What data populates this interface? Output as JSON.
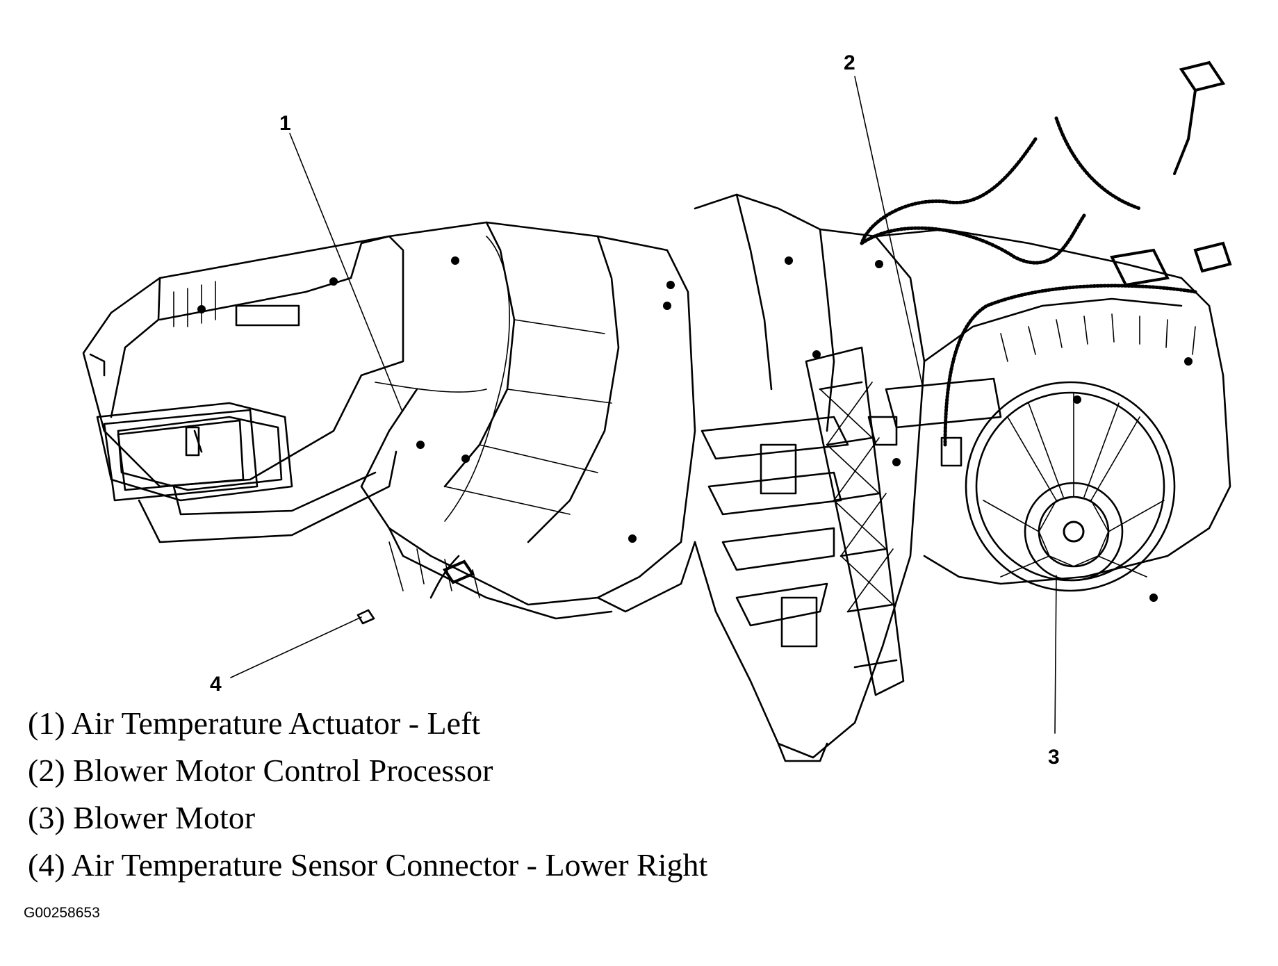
{
  "callouts": [
    {
      "number": "1",
      "name": "Air Temperature Actuator - Left"
    },
    {
      "number": "2",
      "name": "Blower Motor Control Processor"
    },
    {
      "number": "3",
      "name": "Blower Motor"
    },
    {
      "number": "4",
      "name": "Air Temperature Sensor Connector - Lower Right"
    }
  ],
  "legend": [
    "(1) Air Temperature Actuator - Left",
    "(2) Blower Motor Control Processor",
    "(3) Blower Motor",
    "(4) Air Temperature Sensor Connector - Lower Right"
  ],
  "figure_code": "G00258653"
}
